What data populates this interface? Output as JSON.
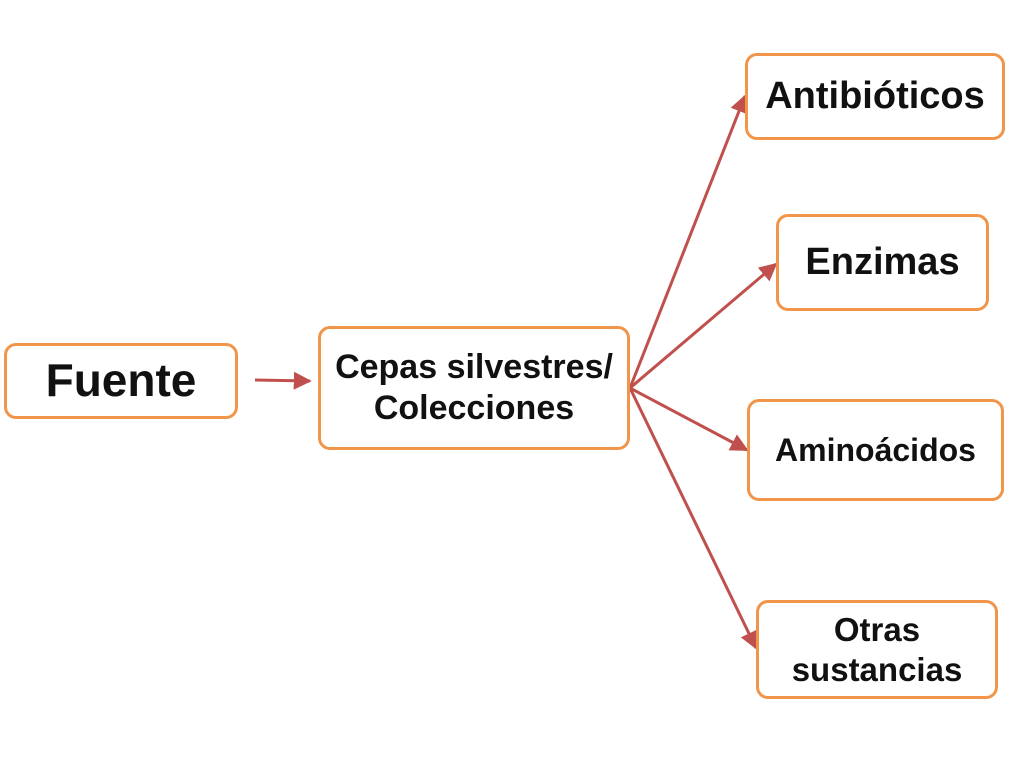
{
  "diagram": {
    "source": {
      "label": "Fuente"
    },
    "collection": {
      "line1": "Cepas silvestres/",
      "line2": "Colecciones"
    },
    "products": {
      "antibiotics": {
        "label": "Antibióticos"
      },
      "enzymes": {
        "label": "Enzimas"
      },
      "amino_acids": {
        "label": "Aminoácidos"
      },
      "other": {
        "line1": "Otras",
        "line2": "sustancias"
      }
    },
    "colors": {
      "box_border": "#f0954a",
      "arrow": "#c0504d",
      "text": "#111111"
    }
  }
}
